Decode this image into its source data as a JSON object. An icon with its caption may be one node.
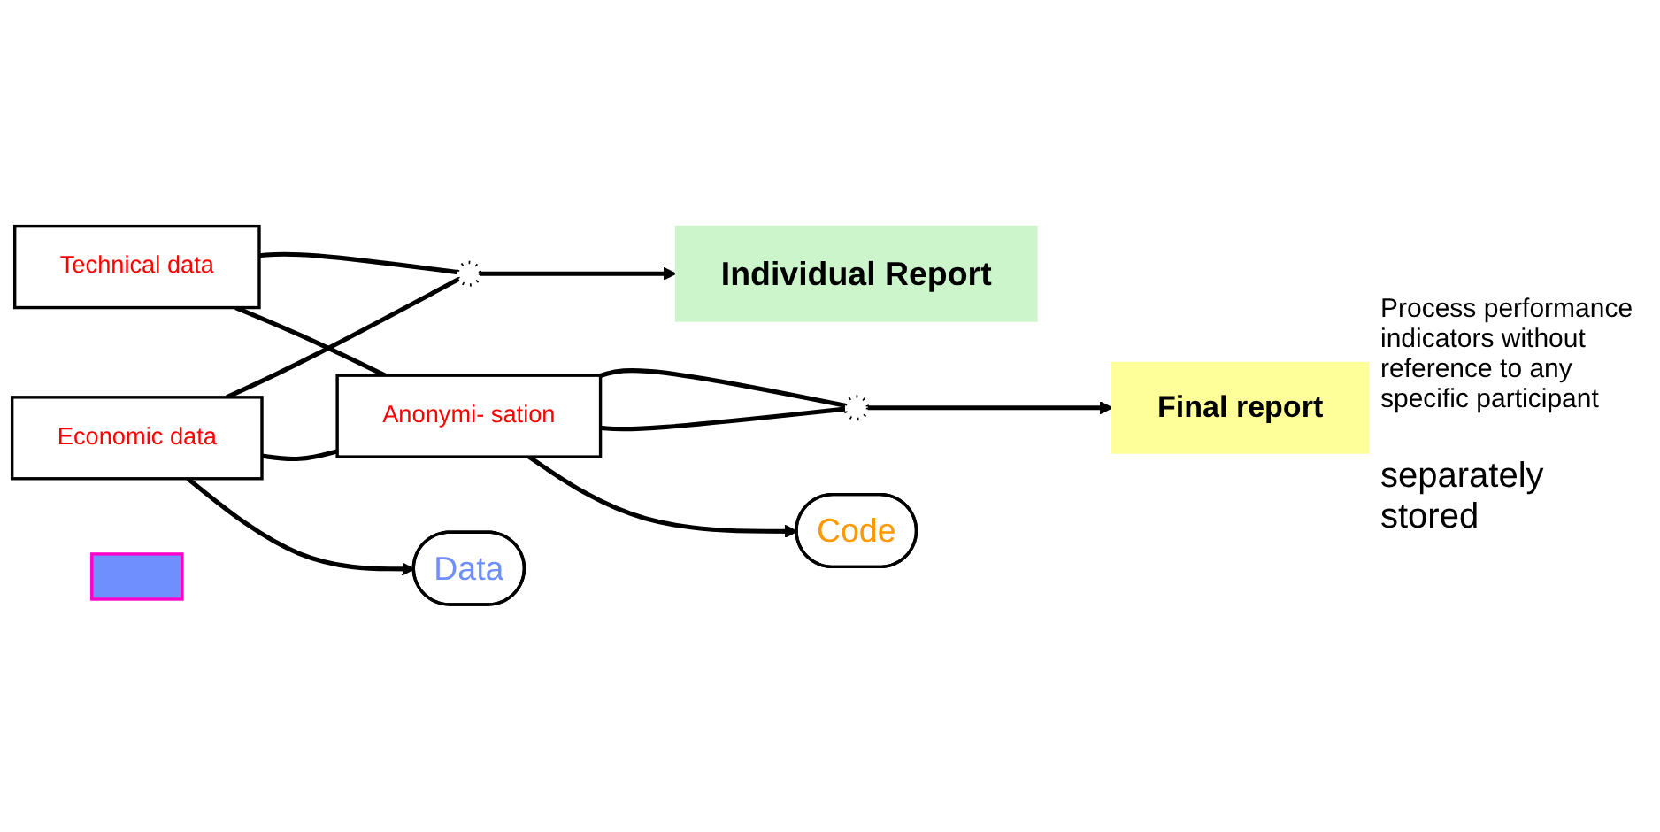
{
  "diagram": {
    "nodes": [
      {
        "text": [
          "Economic data"
        ]
      },
      {
        "text": [
          "Technical data"
        ]
      },
      {
        "text": [
          "Anonymi- sation"
        ]
      },
      {
        "text": [],
        "shape": "circle"
      },
      {
        "text": [],
        "shape": "circle"
      },
      {
        "text": [
          "Individual Report"
        ]
      },
      {
        "text": [
          "Final report"
        ],
        "beside": [
          "Process performance indicators without reference to any specific participant"
        ]
      },
      {
        "text": [
          "Data"
        ]
      },
      {
        "text": [],
        "shape": "bar"
      },
      {
        "text": [
          "Code"
        ]
      }
    ],
    "edges": [
      {
        "from": 0,
        "to": 3,
        "arrow": "none"
      },
      {
        "from": 1,
        "to": 3,
        "arrow": "none"
      },
      {
        "from": 1,
        "to": 2,
        "arrow": "none"
      },
      {
        "from": 0,
        "to": 2,
        "arrow": "none"
      },
      {
        "from": 2,
        "to": 4,
        "arrow": "none"
      },
      {
        "from": 2,
        "to": 4,
        "arrow": "none"
      },
      {
        "from": 3,
        "to": 5,
        "arrow": "to"
      },
      {
        "from": 4,
        "to": 6,
        "arrow": "to"
      },
      {
        "from": 0,
        "to": 7,
        "arrow": "to"
      },
      {
        "from": 2,
        "to": 9,
        "arrow": "to"
      }
    ],
    "labels": [
      "separately stored"
    ]
  }
}
